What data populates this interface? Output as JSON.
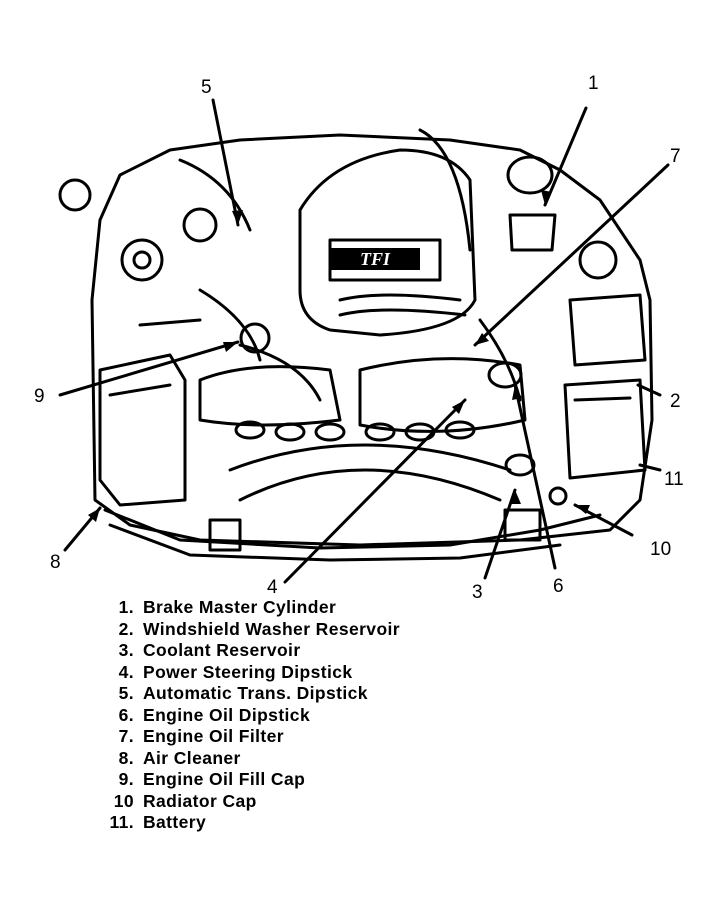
{
  "callouts": [
    {
      "id": "1",
      "label": "1"
    },
    {
      "id": "2",
      "label": "2"
    },
    {
      "id": "3",
      "label": "3"
    },
    {
      "id": "4",
      "label": "4"
    },
    {
      "id": "5",
      "label": "5"
    },
    {
      "id": "6",
      "label": "6"
    },
    {
      "id": "7",
      "label": "7"
    },
    {
      "id": "8",
      "label": "8"
    },
    {
      "id": "9",
      "label": "9"
    },
    {
      "id": "10",
      "label": "10"
    },
    {
      "id": "11",
      "label": "11"
    }
  ],
  "legend": [
    {
      "num": "1.",
      "text": "Brake Master Cylinder"
    },
    {
      "num": "2.",
      "text": "Windshield Washer Reservoir"
    },
    {
      "num": "3.",
      "text": "Coolant Reservoir"
    },
    {
      "num": "4.",
      "text": "Power Steering Dipstick"
    },
    {
      "num": "5.",
      "text": "Automatic Trans. Dipstick"
    },
    {
      "num": "6.",
      "text": "Engine Oil Dipstick"
    },
    {
      "num": "7.",
      "text": "Engine Oil Filter"
    },
    {
      "num": "8.",
      "text": "Air Cleaner"
    },
    {
      "num": "9.",
      "text": "Engine Oil Fill Cap"
    },
    {
      "num": "10",
      "text": "Radiator Cap"
    },
    {
      "num": "11.",
      "text": "Battery"
    }
  ],
  "engine_badge": "TFI"
}
